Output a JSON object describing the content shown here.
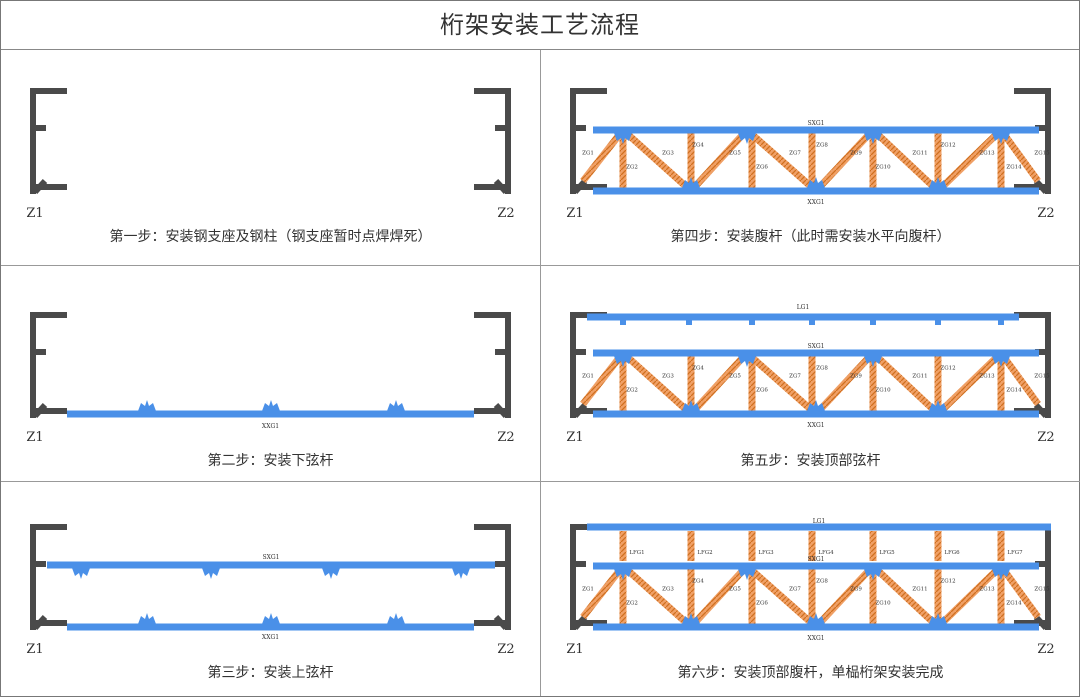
{
  "title": "桁架安装工艺流程",
  "column_labels": {
    "left": "Z1",
    "right": "Z2"
  },
  "steps": [
    {
      "caption": "第一步：安装钢支座及钢柱（钢支座暂时点焊焊死）",
      "labels": []
    },
    {
      "caption": "第二步：安装下弦杆",
      "labels": [
        "XXG1"
      ]
    },
    {
      "caption": "第三步：安装上弦杆",
      "labels": [
        "SXG1",
        "XXG1"
      ]
    },
    {
      "caption": "第四步：安装腹杆（此时需安装水平向腹杆）",
      "labels": [
        "SXG1",
        "XXG1",
        "ZG1",
        "ZG2",
        "ZG3",
        "ZG4",
        "ZG5",
        "ZG6",
        "ZG7",
        "ZG8",
        "ZG9",
        "ZG10",
        "ZG11",
        "ZG12",
        "ZG13",
        "ZG14",
        "ZG15"
      ]
    },
    {
      "caption": "第五步：安装顶部弦杆",
      "labels": [
        "LG1",
        "SXG1",
        "XXG1",
        "ZG1",
        "ZG2",
        "ZG3",
        "ZG4",
        "ZG5",
        "ZG6",
        "ZG7",
        "ZG8",
        "ZG9",
        "ZG10",
        "ZG11",
        "ZG12",
        "ZG13",
        "ZG14",
        "ZG15"
      ]
    },
    {
      "caption": "第六步：安装顶部腹杆，单榀桁架安装完成",
      "labels": [
        "LG1",
        "SXG1",
        "XXG1",
        "LFG1",
        "LFG2",
        "LFG3",
        "LFG4",
        "LFG5",
        "LFG6",
        "LFG7",
        "ZG1",
        "ZG2",
        "ZG3",
        "ZG4",
        "ZG5",
        "ZG6",
        "ZG7",
        "ZG8",
        "ZG9",
        "ZG10",
        "ZG11",
        "ZG12",
        "ZG13",
        "ZG14",
        "ZG15"
      ]
    }
  ],
  "colors": {
    "column": "#4a4a4a",
    "chord": "#4a90e8",
    "web": "#f0a066",
    "web_hatch": "#d07020"
  }
}
